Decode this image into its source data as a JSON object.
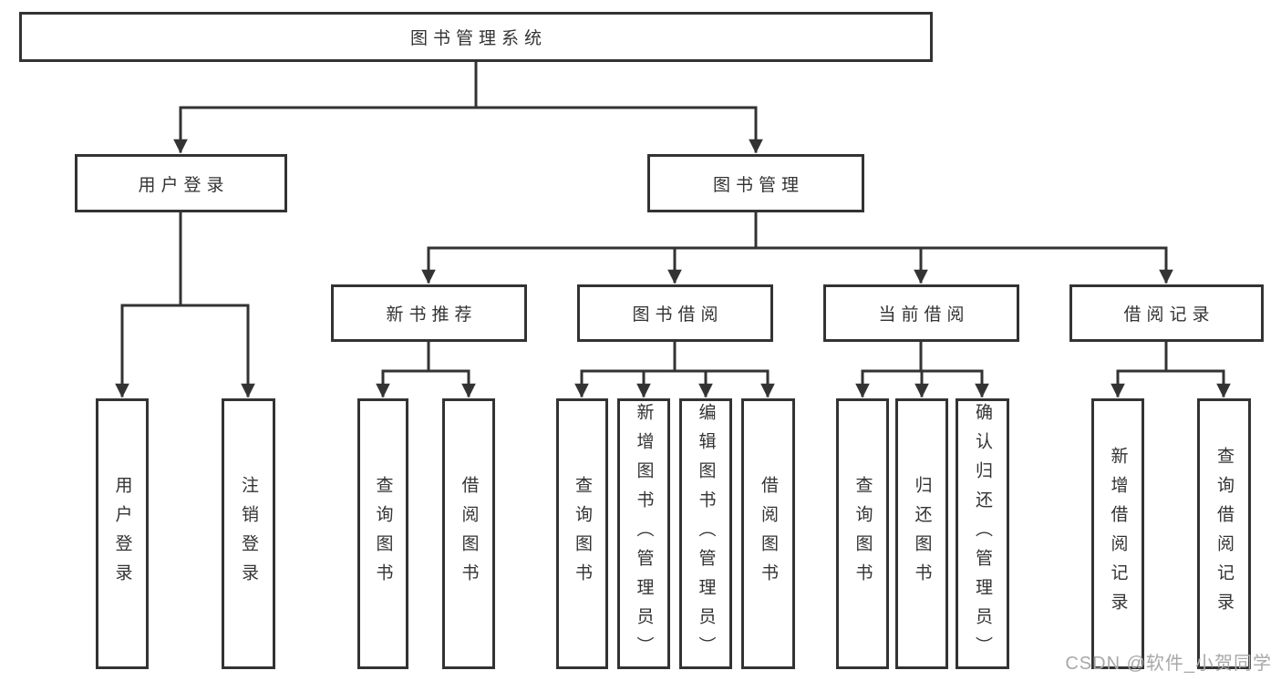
{
  "diagram": {
    "title": "图书管理系统",
    "root": {
      "label": "图书管理系统"
    },
    "branches": [
      {
        "label": "用户登录",
        "children": [
          "用户登录",
          "注销登录"
        ]
      },
      {
        "label": "图书管理",
        "children": [
          {
            "label": "新书推荐",
            "children": [
              "查询图书",
              "借阅图书"
            ]
          },
          {
            "label": "图书借阅",
            "children": [
              "查询图书",
              "新增图书（管理员）",
              "编辑图书（管理员）",
              "借阅图书"
            ]
          },
          {
            "label": "当前借阅",
            "children": [
              "查询图书",
              "归还图书",
              "确认归还（管理员）"
            ]
          },
          {
            "label": "借阅记录",
            "children": [
              "新增借阅记录",
              "查询借阅记录"
            ]
          }
        ]
      }
    ]
  },
  "watermark": {
    "text": "CSDN @软件_小贺同学"
  },
  "colors": {
    "line": "#333333",
    "text": "#333333",
    "background": "#ffffff",
    "watermark": "#a8a8a8"
  }
}
